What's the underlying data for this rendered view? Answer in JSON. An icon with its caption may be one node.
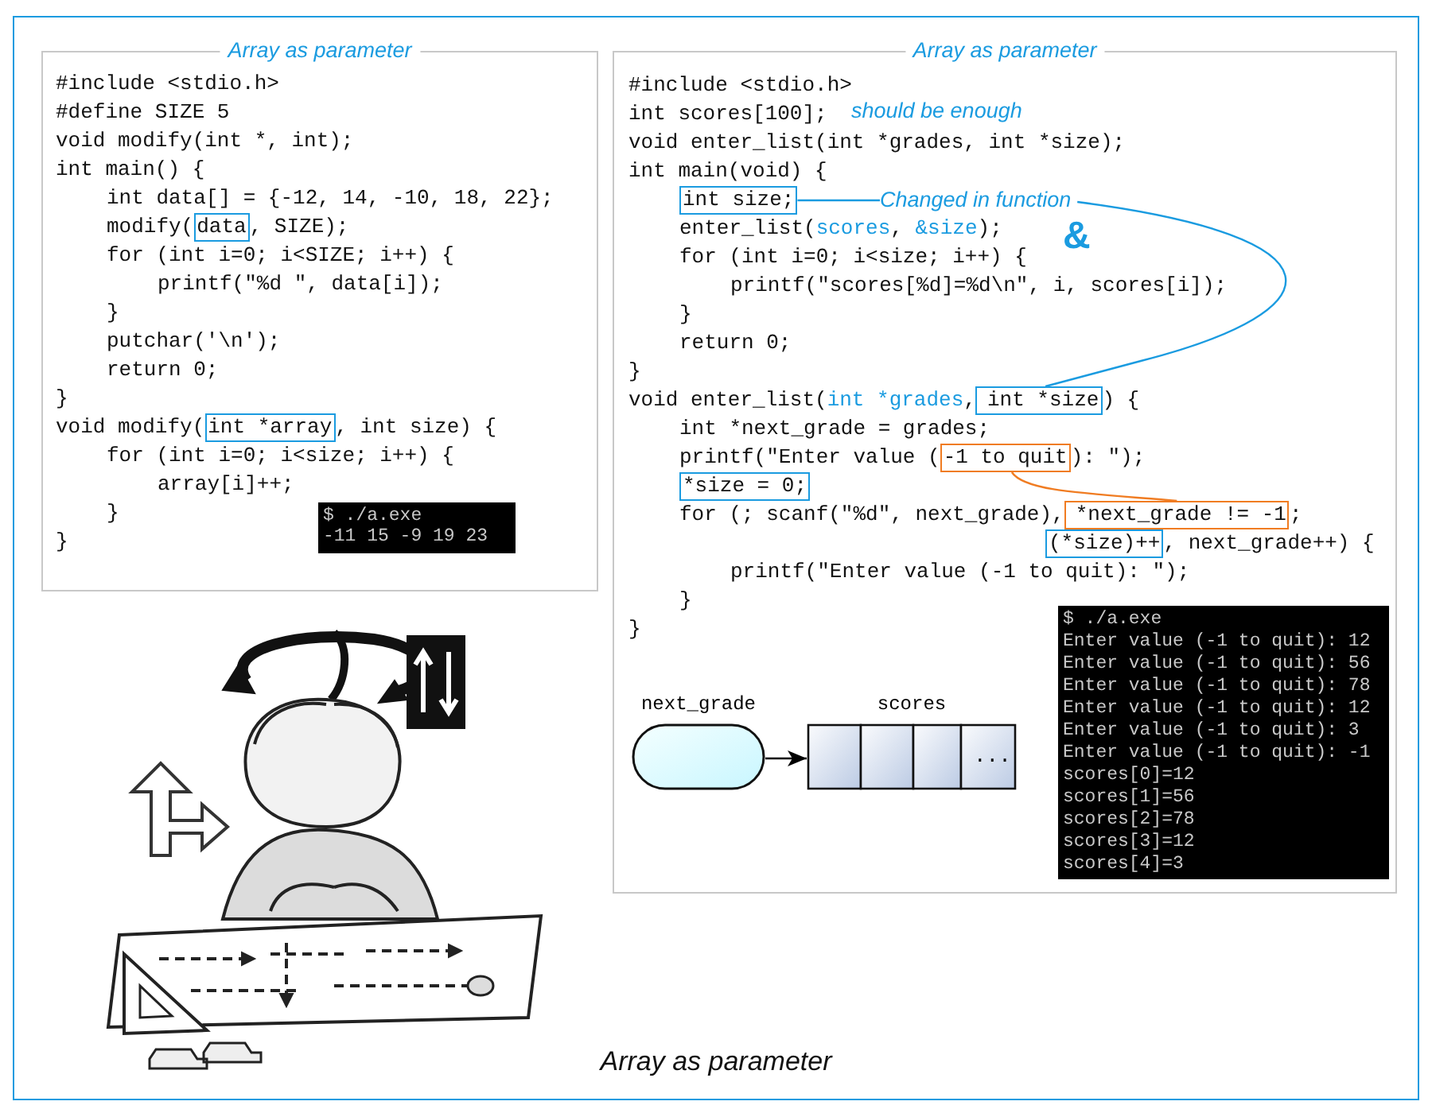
{
  "diagram": {
    "caption": "Array as parameter",
    "nodes": [
      {
        "text": [
          "Array as parameter"
        ]
      },
      {
        "text": [
          "data"
        ],
        "in": 0
      },
      {
        "text": [
          "int *array"
        ],
        "in": 0
      },
      {
        "text": [
          "$ ./a.exe",
          "-11 15 -9 19 23"
        ],
        "in": 0
      },
      {
        "text": [
          "Array as parameter"
        ]
      },
      {
        "text": [
          "int size;"
        ],
        "in": 4
      },
      {
        "text": [
          "Changed in function"
        ],
        "in": 4
      },
      {
        "text": [
          "int *size"
        ],
        "in": 4
      },
      {
        "text": [
          "-1 to quit"
        ],
        "in": 4
      },
      {
        "text": [
          "*size = 0;"
        ],
        "in": 4
      },
      {
        "text": [
          "*next_grade != -1"
        ],
        "in": 4
      },
      {
        "text": [
          "(*size)++"
        ],
        "in": 4
      },
      {
        "text": [
          "next_grade"
        ],
        "in": 4
      },
      {
        "text": [
          "scores",
          "..."
        ],
        "in": 4
      },
      {
        "text": [
          "$ ./a.exe",
          "Enter value (-1 to quit): 12",
          "Enter value (-1 to quit): 56",
          "Enter value (-1 to quit): 78",
          "Enter value (-1 to quit): 12",
          "Enter value (-1 to quit): 3",
          "Enter value (-1 to quit): -1",
          "scores[0]=12",
          "scores[1]=56",
          "scores[2]=78",
          "scores[3]=12",
          "scores[4]=3"
        ],
        "in": 4
      }
    ],
    "edges": [
      {
        "from": 5,
        "to": 6,
        "arrow": "none"
      },
      {
        "from": 6,
        "to": 7,
        "arrow": "none"
      },
      {
        "from": 8,
        "to": 10,
        "arrow": "none",
        "color": "#f07c22"
      },
      {
        "from": 12,
        "to": 13,
        "arrow": "to",
        "color": "#000000"
      }
    ],
    "labels": [
      "#include <stdio.h>",
      "#define SIZE 5",
      "void modify(int *, int);",
      "int main() {",
      "int data[] = {-12, 14, -10, 18, 22};",
      "modify(",
      ", SIZE);",
      "for (int i=0; i<SIZE; i++) {",
      "printf(\"%d \", data[i]);",
      "}",
      "putchar('\\n');",
      "return 0;",
      "}",
      "void modify(",
      ", int size) {",
      "for (int i=0; i<size; i++) {",
      "array[i]++;",
      "}",
      "}",
      "#include <stdio.h>",
      "int scores[100];",
      "should be enough",
      "void enter_list(int *grades, int *size);",
      "int main(void) {",
      "enter_list(scores, &size);",
      "&",
      "for (int i=0; i<size; i++) {",
      "printf(\"scores[%d]=%d\\n\", i, scores[i]);",
      "}",
      "return 0;",
      "}",
      "void enter_list(int *grades,",
      ") {",
      "int *next_grade = grades;",
      "printf(\"Enter value (",
      "): \");",
      "for (; scanf(\"%d\", next_grade),",
      ";",
      ", next_grade++) {",
      "printf(\"Enter value (-1 to quit): \");",
      "}",
      "}"
    ]
  }
}
